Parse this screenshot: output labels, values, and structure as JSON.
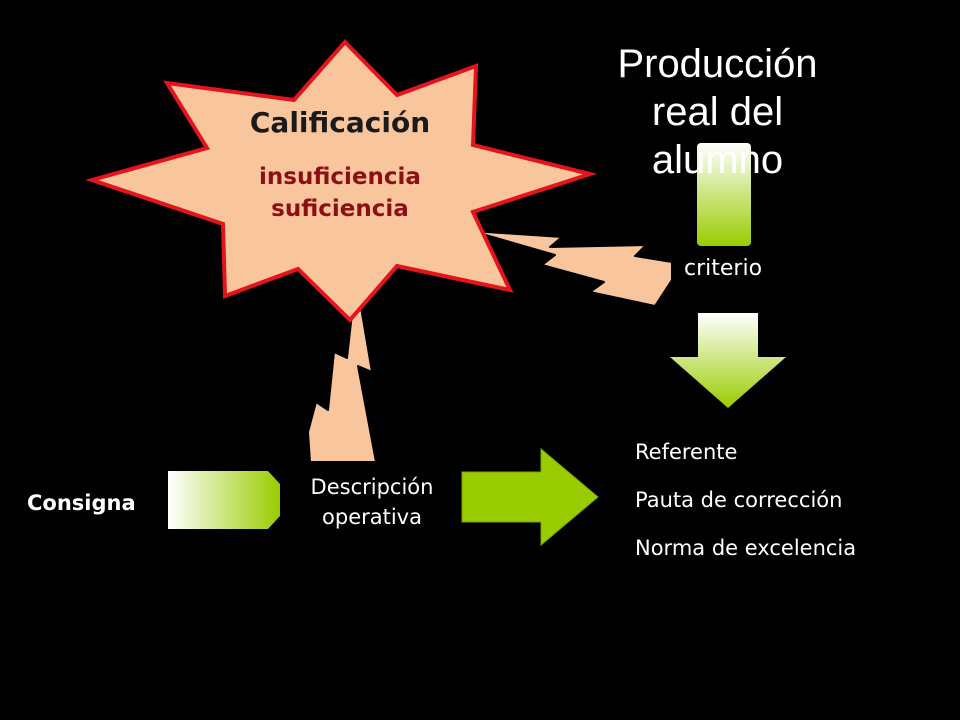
{
  "calificacion": {
    "title": "Calificación",
    "line1": "insuficiencia",
    "line2": "suficiencia"
  },
  "produccion": {
    "lines": [
      "Producción",
      "real del",
      "alumno"
    ]
  },
  "criterio_label": "criterio",
  "descripcion": {
    "line1": "Descripción",
    "line2": "operativa"
  },
  "consigna_label": "Consigna",
  "referente": {
    "items": [
      "Referente",
      "Pauta de corrección",
      "Norma de excelencia"
    ]
  },
  "colors": {
    "background": "#000000",
    "star_fill": "#f9c59d",
    "star_stroke": "#e3141c",
    "bolt_fill": "#f9c59d",
    "arrow_green": "#99cc00",
    "gradient_light": "#ffffff",
    "title_text": "#1a1a1a",
    "subtitle_text": "#8b0f14"
  }
}
